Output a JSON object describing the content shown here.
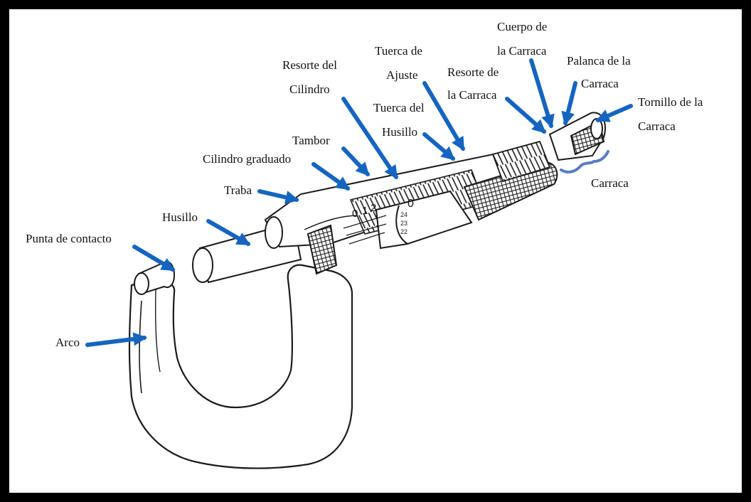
{
  "labels": {
    "punta_contacto": "Punta de contacto",
    "arco": "Arco",
    "husillo": "Husillo",
    "traba": "Traba",
    "cilindro_graduado": "Cilindro graduado",
    "tambor": "Tambor",
    "resorte_cilindro_1": "Resorte del",
    "resorte_cilindro_2": "Cilindro",
    "tuerca_ajuste_1": "Tuerca de",
    "tuerca_ajuste_2": "Ajuste",
    "tuerca_husillo_1": "Tuerca del",
    "tuerca_husillo_2": "Husillo",
    "resorte_carraca_1": "Resorte de",
    "resorte_carraca_2": "la Carraca",
    "cuerpo_carraca_1": "Cuerpo de",
    "cuerpo_carraca_2": "la Carraca",
    "palanca_carraca_1": "Palanca de la",
    "palanca_carraca_2": "Carraca",
    "tornillo_carraca_1": "Tornillo de la",
    "tornillo_carraca_2": "Carraca",
    "carraca": "Carraca"
  },
  "scale": {
    "sleeve_digits": [
      "0",
      "1",
      "2"
    ],
    "thimble_zero": "0",
    "thimble_numbers": [
      "24",
      "23",
      "22"
    ]
  },
  "colors": {
    "arrow": "#1565c0",
    "brace": "#5b7bc4",
    "outline": "#1a1a1a",
    "frame": "#000000"
  }
}
